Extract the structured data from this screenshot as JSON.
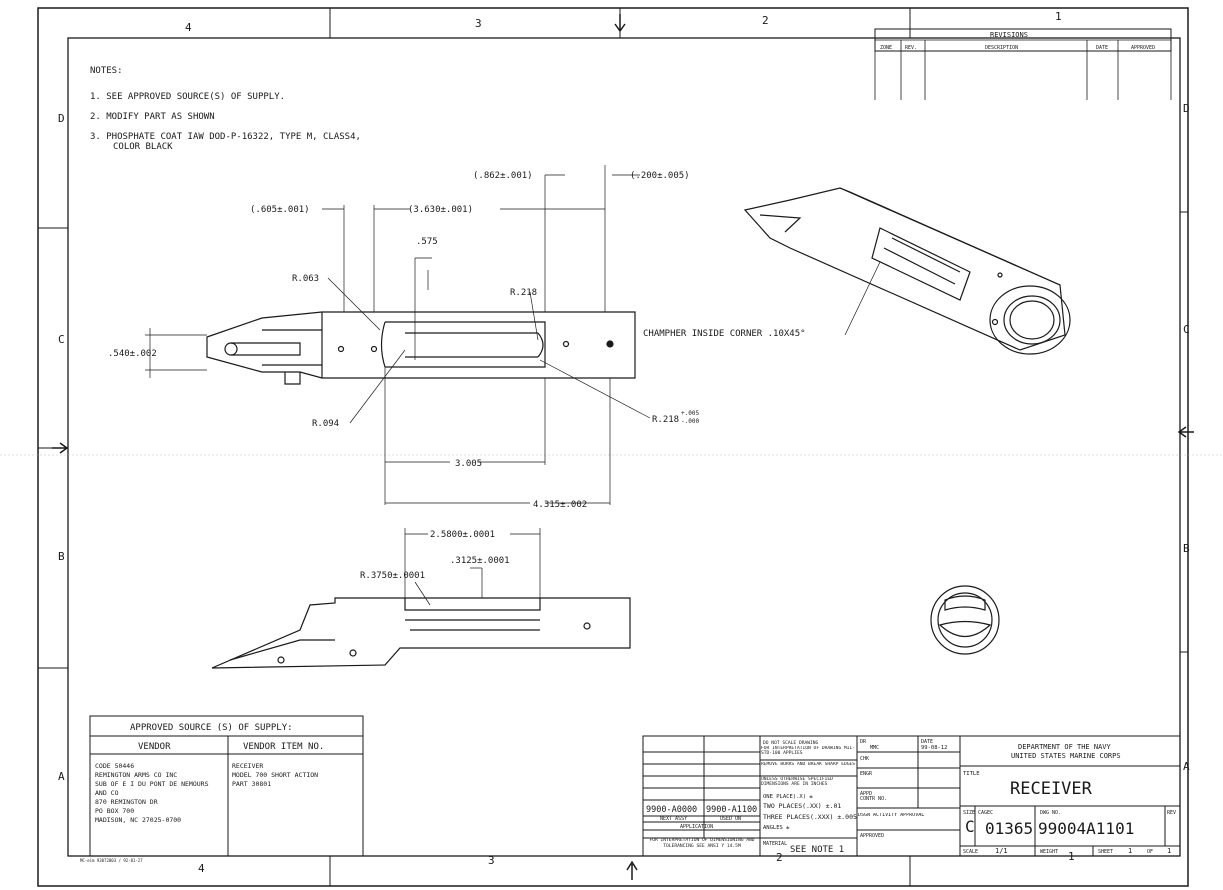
{
  "border": {
    "zones_top": [
      "4",
      "3",
      "2",
      "1"
    ],
    "zones_bottom": [
      "4",
      "3",
      "2",
      "1"
    ],
    "rows_left": [
      "D",
      "C",
      "B",
      "A"
    ],
    "rows_right": [
      "D",
      "C",
      "B",
      "A"
    ]
  },
  "notes": {
    "heading": "NOTES:",
    "items": [
      "1.  SEE APPROVED SOURCE(S) OF SUPPLY.",
      "2.  MODIFY PART AS SHOWN",
      "3.  PHOSPHATE COAT IAW DOD-P-16322, TYPE M, CLASS4,",
      "COLOR BLACK"
    ]
  },
  "revisions": {
    "title": "REVISIONS",
    "headers": [
      "ZONE",
      "REV.",
      "DESCRIPTION",
      "DATE",
      "APPROVED"
    ]
  },
  "dims": {
    "d862": "(.862±.001)",
    "d200": "(.200±.005)",
    "d605": "(.605±.001)",
    "d3630": "(3.630±.001)",
    "d575": ".575",
    "r063": "R.063",
    "r218a": "R.218",
    "d540": ".540±.002",
    "r094": "R.094",
    "r218b": "R.218",
    "r218b_tol_hi": "+.005",
    "r218b_tol_lo": "-.000",
    "d3005": "3.005",
    "d4315": "4.315±.002",
    "d2580": "2.5800±.0001",
    "d3125": ".3125±.0001",
    "r3750": "R.3750±.0001",
    "chamfer": "CHAMPHER INSIDE CORNER .10X45°"
  },
  "source_table": {
    "title": "APPROVED SOURCE (S) OF SUPPLY:",
    "col_vendor": "VENDOR",
    "col_item": "VENDOR ITEM NO.",
    "vendor_lines": [
      "CODE 50446",
      "REMINGTON ARMS CO INC",
      "SUB OF E I DU PONT DE NEMOURS",
      "AND CO",
      "870 REMINGTON DR",
      "PO BOX 700",
      "MADISON, NC 27025-0700"
    ],
    "item_lines": [
      "RECEIVER",
      "MODEL 700 SHORT ACTION",
      "PART 30801"
    ]
  },
  "title_block": {
    "next_assy_val": "9900-A0000",
    "used_on_val": "9900-A1100",
    "next_assy": "NEXT ASSY",
    "used_on": "USED ON",
    "application": "APPLICATION",
    "interp_note": "FOR INTERPRETATION OF DIMENSIONING AND TOLERANCING SEE ANSI Y 14.5M",
    "tol_lines": [
      "DO NOT SCALE DRAWING",
      "FOR INTERPRETATION OF DRAWING MIL-STD-100 APPLIES",
      "REMOVE BURRS AND BREAK SHARP EDGES",
      "UNLESS OTHERWISE SPECIFIED DIMENSIONS ARE IN INCHES",
      "ONE PLACE(.X) ±",
      "TWO PLACES(.XX) ±.01",
      "THREE PLACES(.XXX) ±.005",
      "ANGLES ±"
    ],
    "material_label": "MATERIAL",
    "material_val": "SEE NOTE 1",
    "dr_label": "DR",
    "dr_val": "MMC",
    "date_label": "DATE",
    "date_val": "99-08-12",
    "chk": "CHK",
    "engr": "ENGR",
    "appd": "APPD",
    "contr": "CONTR NO.",
    "dsgn": "DSGN ACTIVITY APPROVAL",
    "approved": "APPROVED",
    "dept1": "DEPARTMENT OF THE NAVY",
    "dept2": "UNITED STATES MARINE CORPS",
    "title_label": "TITLE",
    "title_val": "RECEIVER",
    "size_label": "SIZE",
    "size_val": "C",
    "cage_label": "CAGEC",
    "cage_val": "01365",
    "dwg_label": "DWG NO.",
    "dwg_val": "99004A1101",
    "rev_label": "REV",
    "scale_label": "SCALE",
    "scale_val": "1/1",
    "weight_label": "WEIGHT",
    "sheet_label": "SHEET",
    "sheet_val": "1",
    "of_label": "OF",
    "of_val": "1"
  },
  "footer_code": "MC-eim 93072003 / 92-01-27"
}
